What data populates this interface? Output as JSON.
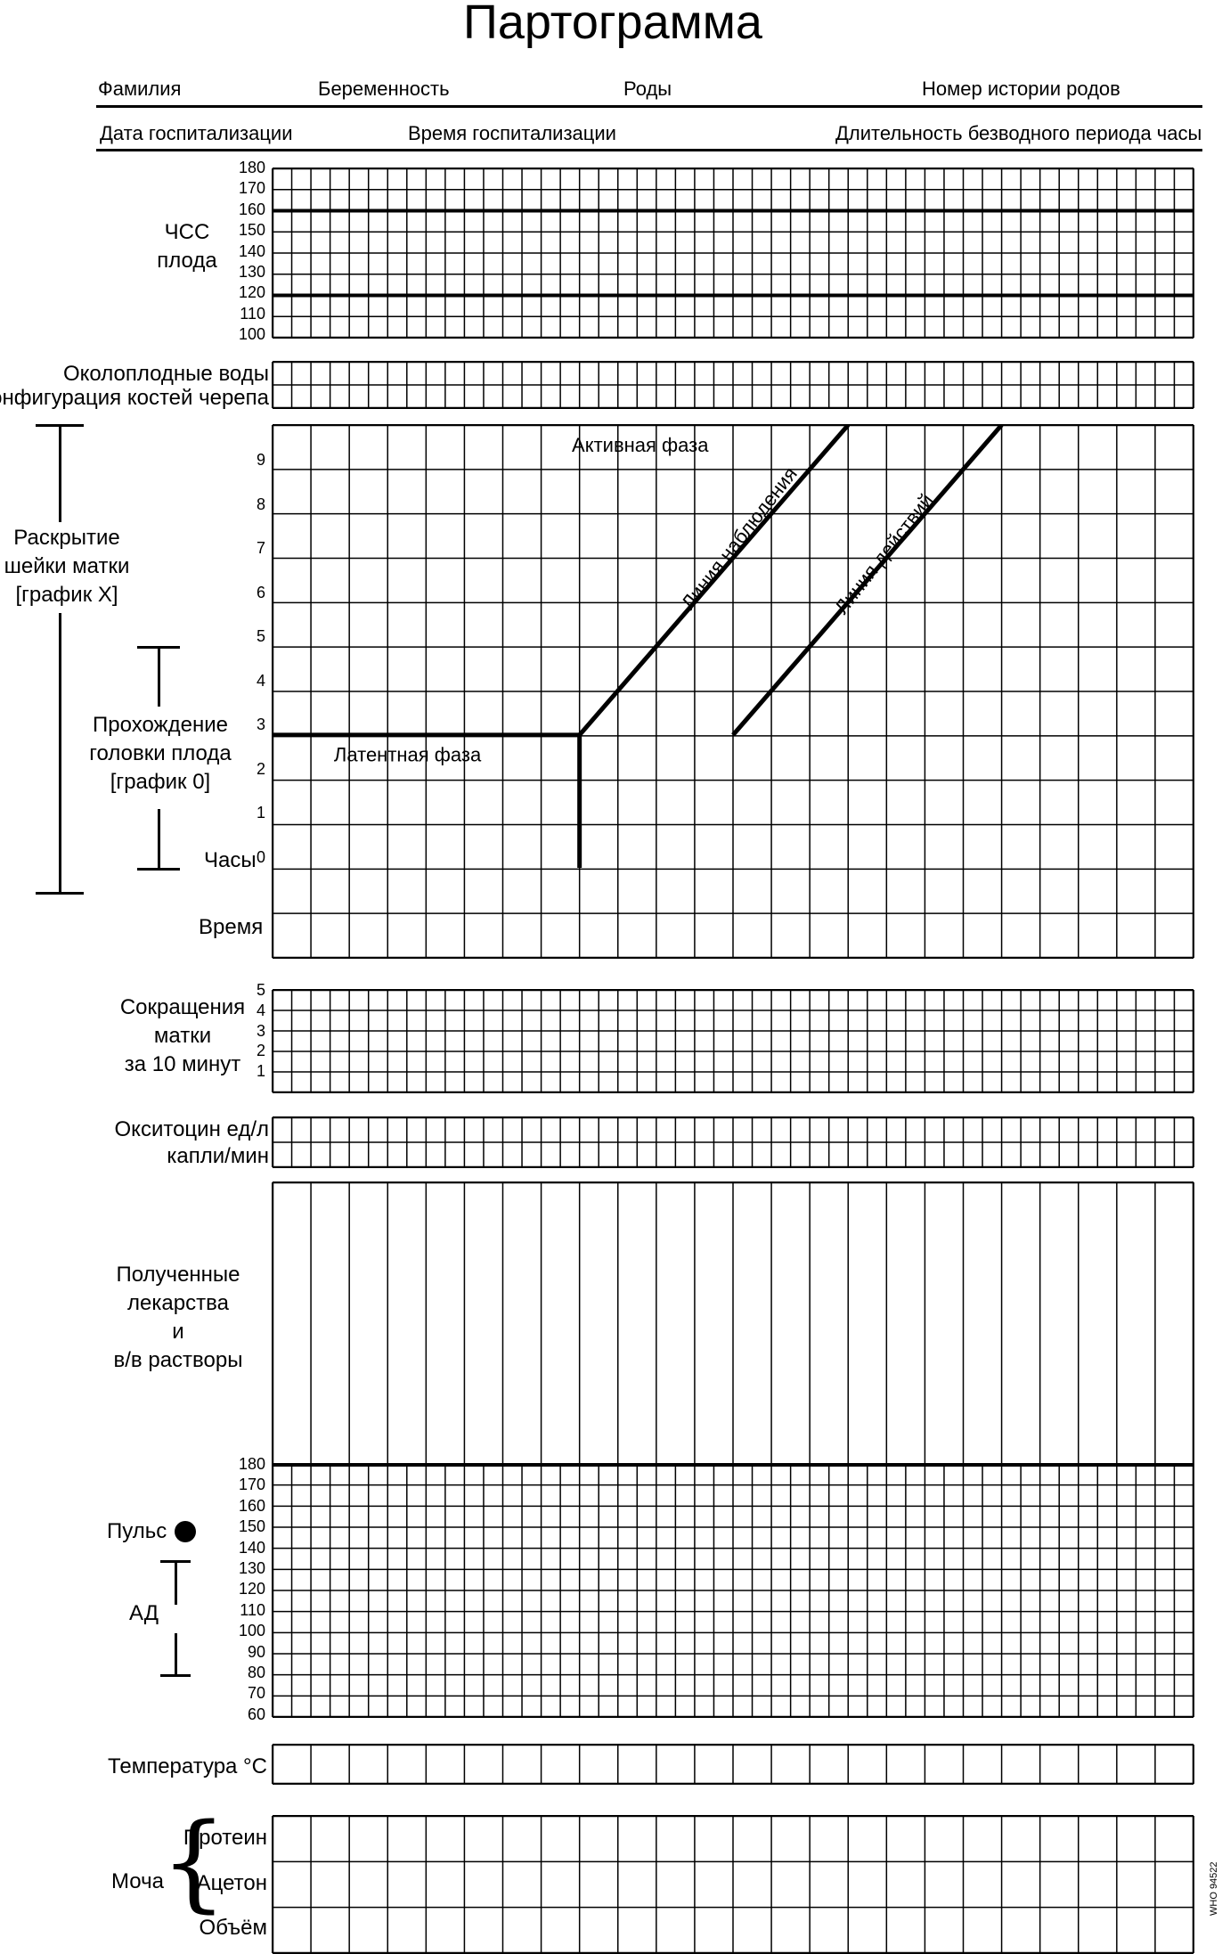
{
  "title": "Партограмма",
  "header": {
    "surname": "Фамилия",
    "pregnancy": "Беременность",
    "births": "Роды",
    "record_number": "Номер истории родов",
    "admission_date": "Дата госпитализации",
    "admission_time": "Время госпитализации",
    "membranes_ruptured": "Длительность безводного периода часы"
  },
  "fhr": {
    "label_line1": "ЧСС",
    "label_line2": "плода",
    "ticks": [
      "180",
      "170",
      "160",
      "150",
      "140",
      "130",
      "120",
      "110",
      "100"
    ]
  },
  "fluid": {
    "amniotic": "Околоплодные воды",
    "moulding": "Конфигурация костей черепа"
  },
  "cervix": {
    "dilation_line1": "Раскрытие",
    "dilation_line2": "шейки матки",
    "dilation_line3": "[график X]",
    "descent_line1": "Прохождение",
    "descent_line2": "головки плода",
    "descent_line3": "[график 0]",
    "hours": "Часы",
    "time": "Время",
    "ticks": [
      "9",
      "8",
      "7",
      "6",
      "5",
      "4",
      "3",
      "2",
      "1",
      "0"
    ],
    "active_phase": "Активная фаза",
    "latent_phase": "Латентная фаза",
    "alert_line": "Линия наблюдения",
    "action_line": "Линия действий"
  },
  "contractions": {
    "line1": "Сокращения",
    "line2": "матки",
    "line3": "за 10 минут",
    "ticks": [
      "5",
      "4",
      "3",
      "2",
      "1"
    ]
  },
  "oxytocin": {
    "line1": "Окситоцин ед/л",
    "line2": "капли/мин"
  },
  "drugs": {
    "line1": "Полученные",
    "line2": "лекарства",
    "line3": "и",
    "line4": "в/в растворы"
  },
  "vitals": {
    "pulse": "Пульс",
    "bp": "АД",
    "ticks": [
      "180",
      "170",
      "160",
      "150",
      "140",
      "130",
      "120",
      "110",
      "100",
      "90",
      "80",
      "70",
      "60"
    ]
  },
  "temperature": {
    "label": "Температура °С"
  },
  "urine": {
    "label": "Моча",
    "protein": "Протеин",
    "acetone": "Ацетон",
    "volume": "Объём"
  },
  "code": "WHO 94522"
}
